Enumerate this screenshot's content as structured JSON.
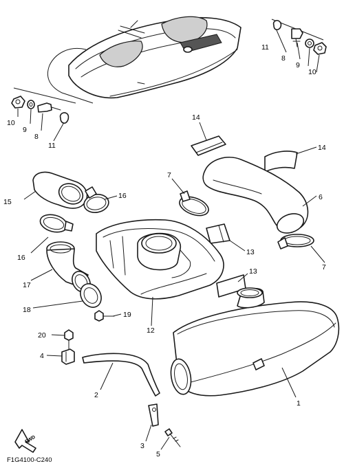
{
  "callouts": {
    "c1": "1",
    "c2": "2",
    "c3": "3",
    "c4": "4",
    "c5": "5",
    "c6": "6",
    "c7a": "7",
    "c7b": "7",
    "c8a": "8",
    "c8b": "8",
    "c9a": "9",
    "c9b": "9",
    "c10a": "10",
    "c10b": "10",
    "c11a": "11",
    "c11b": "11",
    "c12": "12",
    "c13a": "13",
    "c13b": "13",
    "c14a": "14",
    "c14b": "14",
    "c15": "15",
    "c16a": "16",
    "c16b": "16",
    "c17": "17",
    "c18": "18",
    "c19": "19",
    "c20": "20"
  },
  "figure_code": "F1G4100-C240",
  "fwd_label": "FWD"
}
